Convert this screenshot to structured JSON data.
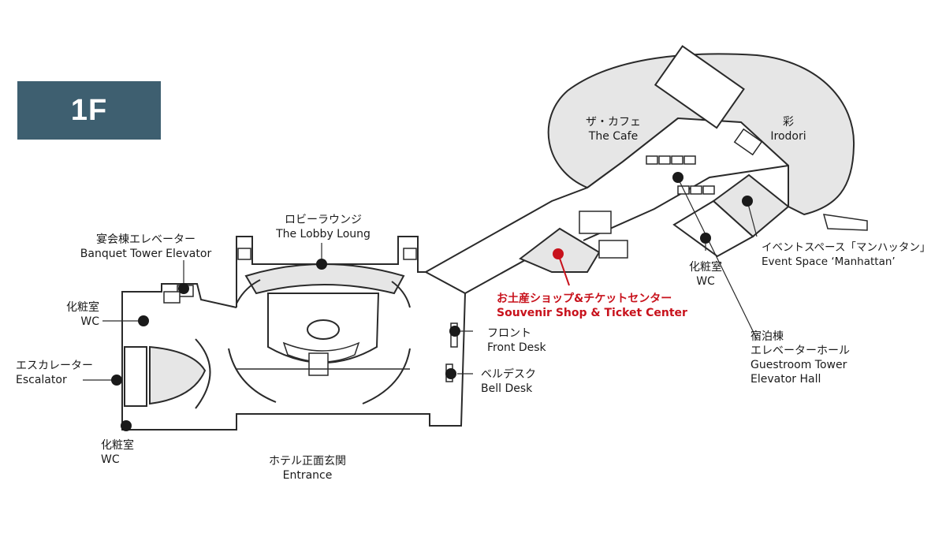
{
  "floor": {
    "label": "1F",
    "badge_color": "#3e5f70"
  },
  "colors": {
    "wall": "#2a2a2a",
    "room_fill": "#e6e6e6",
    "highlight": "#c8121c",
    "badge": "#3e5f70"
  },
  "places": {
    "cafe": {
      "ja": "ザ・カフェ",
      "en": "The Cafe"
    },
    "irodori": {
      "ja": "彩",
      "en": "Irodori"
    },
    "lobby": {
      "ja": "ロビーラウンジ",
      "en": "The Lobby Loung"
    },
    "banquet": {
      "ja": "宴会棟エレベーター",
      "en": "Banquet Tower Elevator"
    },
    "wc_left": {
      "ja": "化粧室",
      "en": "WC"
    },
    "escalator": {
      "ja": "エスカレーター",
      "en": "Escalator"
    },
    "wc_bottom": {
      "ja": "化粧室",
      "en": "WC"
    },
    "entrance": {
      "ja": "ホテル正面玄関",
      "en": "Entrance"
    },
    "front": {
      "ja": "フロント",
      "en": "Front Desk"
    },
    "bell": {
      "ja": "ベルデスク",
      "en": "Bell Desk"
    },
    "souvenir": {
      "ja": "お土産ショップ&チケットセンター",
      "en": "Souvenir Shop & Ticket Center"
    },
    "wc_right": {
      "ja": "化粧室",
      "en": "WC"
    },
    "event": {
      "ja": "イベントスペース「マンハッタン」",
      "en": "Event Space ‘Manhattan’"
    },
    "guestroom": {
      "ja": "宿泊棟",
      "ja2": "エレベーターホール",
      "en": "Guestroom Tower",
      "en2": "Elevator Hall"
    }
  }
}
